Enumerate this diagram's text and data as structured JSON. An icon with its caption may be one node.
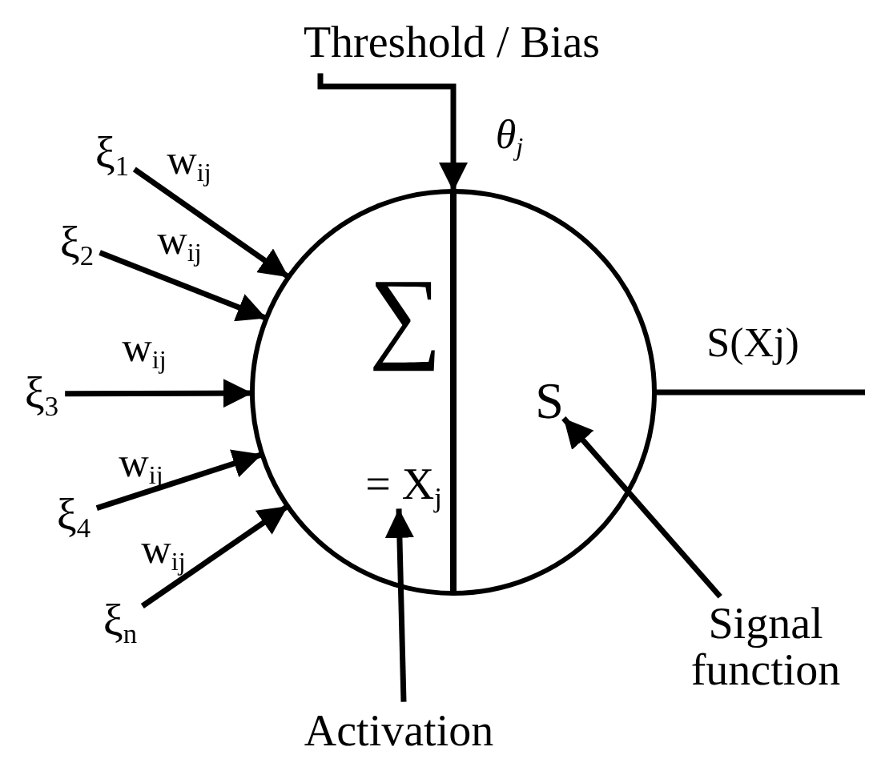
{
  "diagram": {
    "nodes": [
      {
        "text": [
          "∑"
        ]
      },
      {
        "text": [
          "= X$_{j}$"
        ],
        "in": 0
      },
      {
        "text": [
          "S"
        ],
        "in": 0
      },
      {
        "text": [
          "Threshold / Bias"
        ]
      },
      {
        "text": [
          "ξ$_{1}$"
        ]
      },
      {
        "text": [
          "ξ$_{2}$"
        ]
      },
      {
        "text": [
          "ξ$_{3}$"
        ]
      },
      {
        "text": [
          "ξ$_{4}$"
        ]
      },
      {
        "text": [
          "ξ$_{n}$"
        ]
      },
      {
        "text": [
          "Activation"
        ]
      },
      {
        "text": [
          "Signal function"
        ]
      }
    ],
    "edges": [
      {
        "from": 4,
        "to": 0,
        "arrow": "to",
        "label": "w$_{ij}$"
      },
      {
        "from": 5,
        "to": 0,
        "arrow": "to",
        "label": "w$_{ij}$"
      },
      {
        "from": 6,
        "to": 0,
        "arrow": "to",
        "label": "w$_{ij}$"
      },
      {
        "from": 7,
        "to": 0,
        "arrow": "to",
        "label": "w$_{ij}$"
      },
      {
        "from": 8,
        "to": 0,
        "arrow": "to",
        "label": "w$_{ij}$"
      },
      {
        "from": 3,
        "to": 0,
        "arrow": "to",
        "label": "θ$_{j}$"
      },
      {
        "from": 9,
        "to": 1,
        "arrow": "to"
      },
      {
        "from": 10,
        "to": 2,
        "arrow": "to"
      },
      {
        "from": 0,
        "to": null,
        "arrow": "none",
        "label": "S(Xj)"
      }
    ]
  }
}
